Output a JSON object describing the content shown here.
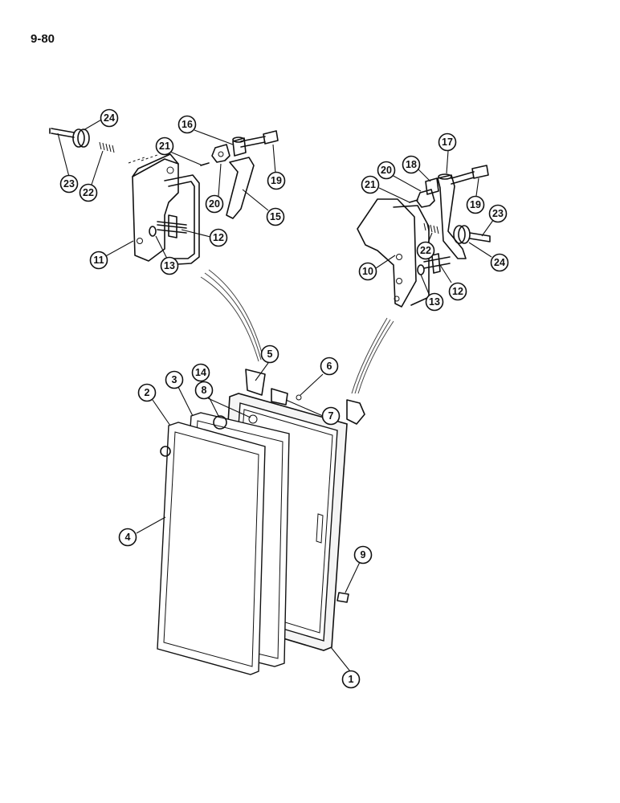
{
  "page_number": "9-80",
  "callouts": [
    {
      "id": "c1",
      "label": "1"
    },
    {
      "id": "c2",
      "label": "2"
    },
    {
      "id": "c3",
      "label": "3"
    },
    {
      "id": "c4",
      "label": "4"
    },
    {
      "id": "c5",
      "label": "5"
    },
    {
      "id": "c6",
      "label": "6"
    },
    {
      "id": "c7",
      "label": "7"
    },
    {
      "id": "c8",
      "label": "8"
    },
    {
      "id": "c9",
      "label": "9"
    },
    {
      "id": "c10",
      "label": "10"
    },
    {
      "id": "c11",
      "label": "11"
    },
    {
      "id": "c12a",
      "label": "12"
    },
    {
      "id": "c12b",
      "label": "12"
    },
    {
      "id": "c13a",
      "label": "13"
    },
    {
      "id": "c13b",
      "label": "13"
    },
    {
      "id": "c14",
      "label": "14"
    },
    {
      "id": "c15",
      "label": "15"
    },
    {
      "id": "c16",
      "label": "16"
    },
    {
      "id": "c17",
      "label": "17"
    },
    {
      "id": "c18",
      "label": "18"
    },
    {
      "id": "c19a",
      "label": "19"
    },
    {
      "id": "c19b",
      "label": "19"
    },
    {
      "id": "c20a",
      "label": "20"
    },
    {
      "id": "c20b",
      "label": "20"
    },
    {
      "id": "c21a",
      "label": "21"
    },
    {
      "id": "c21b",
      "label": "21"
    },
    {
      "id": "c22a",
      "label": "22"
    },
    {
      "id": "c22b",
      "label": "22"
    },
    {
      "id": "c23a",
      "label": "23"
    },
    {
      "id": "c23b",
      "label": "23"
    },
    {
      "id": "c24a",
      "label": "24"
    },
    {
      "id": "c24b",
      "label": "24"
    }
  ]
}
